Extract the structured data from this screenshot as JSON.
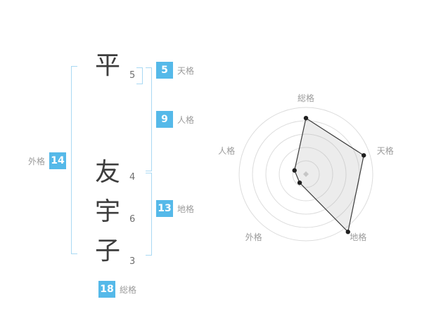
{
  "name_panel": {
    "chars": [
      {
        "char": "平",
        "strokes": "5"
      },
      {
        "char": "友",
        "strokes": "4"
      },
      {
        "char": "宇",
        "strokes": "6"
      },
      {
        "char": "子",
        "strokes": "3"
      }
    ],
    "badges": {
      "tenkaku": {
        "value": "5",
        "label": "天格"
      },
      "jinkaku": {
        "value": "9",
        "label": "人格"
      },
      "chikaku": {
        "value": "13",
        "label": "地格"
      },
      "gaikaku": {
        "value": "14",
        "label": "外格"
      },
      "soukaku": {
        "value": "18",
        "label": "総格"
      }
    }
  },
  "colors": {
    "badge_blue": "#55b9e9",
    "bracket_blue": "#a9d9f3",
    "label_gray": "#9b9b9b",
    "ring_gray": "#dcdcdc",
    "polygon_stroke": "#3c3c3c",
    "polygon_fill": "rgba(180,180,180,0.25)",
    "point_color": "#1f1f1f",
    "center_marker": "#c6c6c6"
  },
  "chart_data": {
    "type": "radar",
    "axes": [
      "総格",
      "天格",
      "地格",
      "外格",
      "人格"
    ],
    "axis_values": [
      18,
      5,
      13,
      14,
      9
    ],
    "plotted_radius_fraction": [
      0.84,
      0.91,
      1.07,
      0.16,
      0.18
    ],
    "rings": 5,
    "start_angle_deg": 90,
    "direction": "clockwise",
    "legend": false,
    "grid": "concentric-circles"
  }
}
